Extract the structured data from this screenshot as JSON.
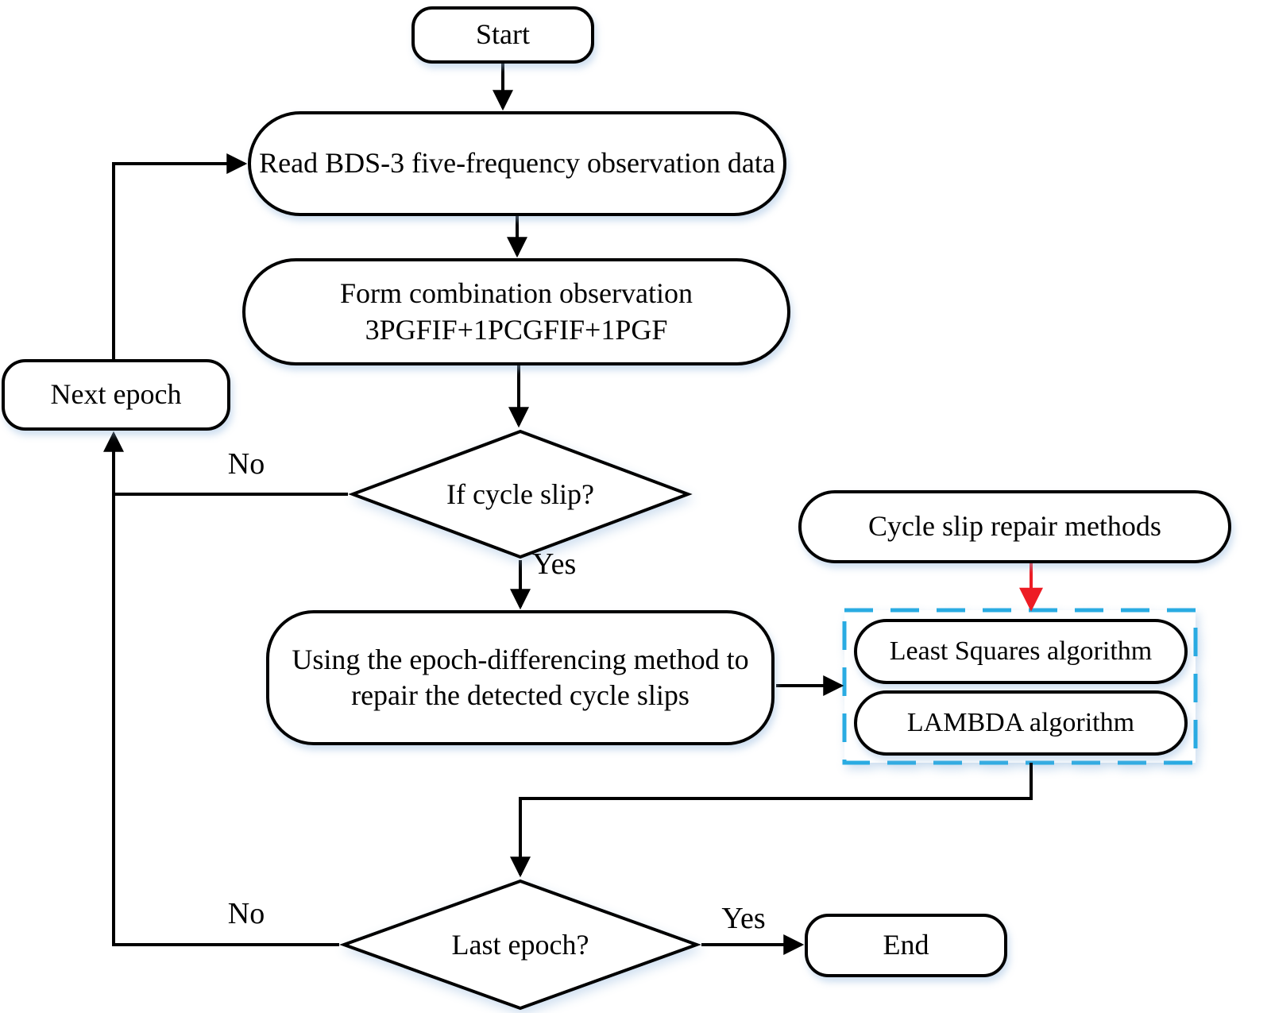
{
  "flowchart": {
    "nodes": {
      "start": {
        "label": "Start"
      },
      "read_observation": {
        "label": "Read BDS-3 five-frequency observation data"
      },
      "form_combination": {
        "label": "Form combination observation 3PGFIF+1PCGFIF+1PGF"
      },
      "if_cycle_slip": {
        "label": "If cycle slip?"
      },
      "next_epoch": {
        "label": "Next epoch"
      },
      "repair_cycle_slips": {
        "label": "Using the epoch-differencing method to repair the detected cycle slips"
      },
      "cycle_slip_repair_methods": {
        "label": "Cycle slip repair methods"
      },
      "least_squares": {
        "label": "Least Squares algorithm"
      },
      "lambda": {
        "label": "LAMBDA algorithm"
      },
      "last_epoch": {
        "label": "Last epoch?"
      },
      "end": {
        "label": "End"
      }
    },
    "edge_labels": {
      "if_cycle_slip_no": "No",
      "if_cycle_slip_yes": "Yes",
      "last_epoch_no": "No",
      "last_epoch_yes": "Yes"
    },
    "colors": {
      "line": "#000000",
      "red_arrow": "#ed1c24",
      "dashed_group_border": "#29abe2"
    }
  }
}
